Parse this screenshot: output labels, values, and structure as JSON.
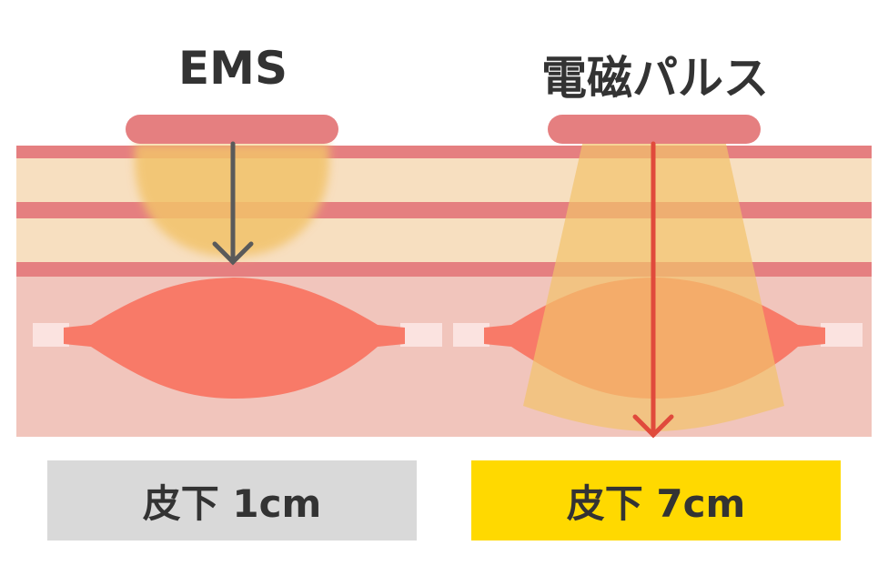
{
  "left": {
    "title": "EMS",
    "depth_label": "皮下 1cm",
    "depth_cm": 1
  },
  "right": {
    "title": "電磁パルス",
    "depth_label": "皮下 7cm",
    "depth_cm": 7
  },
  "colors": {
    "skin_line": "#e57f80",
    "fat": "#f7dfc0",
    "muscle_bg": "#f1c5bc",
    "muscle": "#f87a68",
    "ems_field": "#f2c26b",
    "ems_arrow": "#5a5a5a",
    "pulse_arrow": "#e04a3c",
    "left_box": "#d9d9d9",
    "right_box": "#ffd900"
  }
}
